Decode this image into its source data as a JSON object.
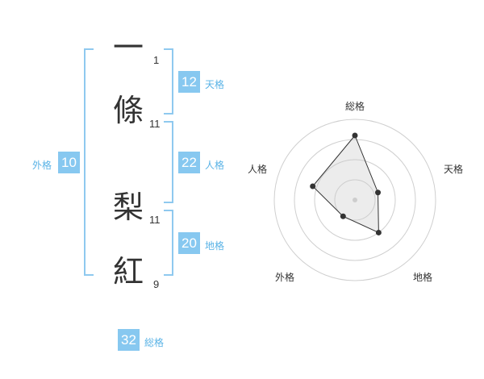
{
  "name": {
    "chars": [
      {
        "char": "一",
        "strokes": "1"
      },
      {
        "char": "條",
        "strokes": "11"
      },
      {
        "char": "梨",
        "strokes": "11"
      },
      {
        "char": "紅",
        "strokes": "9"
      }
    ]
  },
  "scores": {
    "tenkaku": {
      "value": "12",
      "label": "天格"
    },
    "jinkaku": {
      "value": "22",
      "label": "人格"
    },
    "chikaku": {
      "value": "20",
      "label": "地格"
    },
    "gaikaku": {
      "value": "10",
      "label": "外格"
    },
    "soukaku": {
      "value": "32",
      "label": "総格"
    }
  },
  "colors": {
    "accent": "#87c8f0",
    "bracket": "#8fc9ef",
    "label": "#5ab3e6",
    "text": "#333333"
  },
  "chart_data": {
    "type": "radar",
    "axes": [
      "総格",
      "天格",
      "地格",
      "外格",
      "人格"
    ],
    "values": [
      32,
      12,
      20,
      10,
      22
    ],
    "rmax": 40,
    "rings": 4
  }
}
